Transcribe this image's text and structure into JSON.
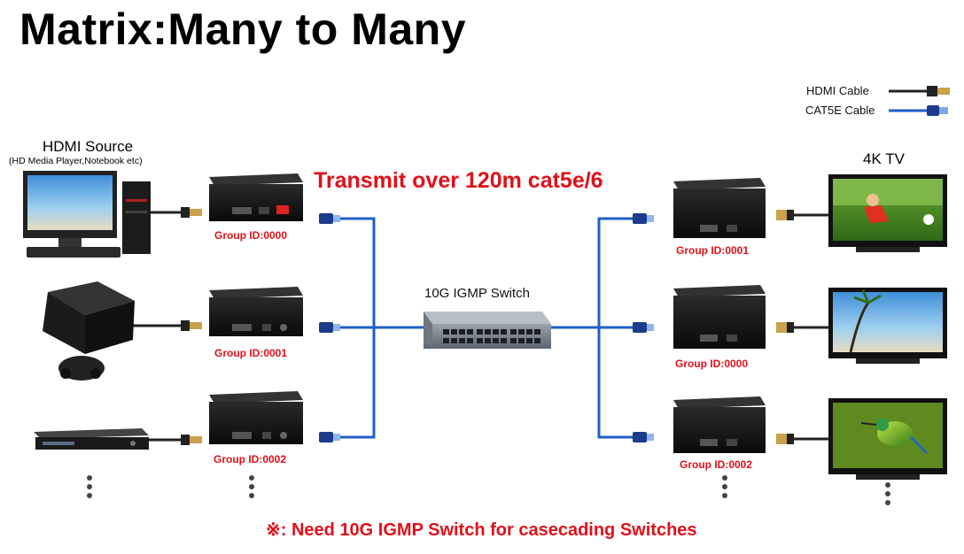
{
  "title": "Matrix:Many to Many",
  "legend": {
    "hdmi_label": "HDMI Cable",
    "cat5e_label": "CAT5E Cable"
  },
  "source": {
    "title": "HDMI Source",
    "subtitle": "(HD Media Player,Notebook etc)"
  },
  "sink": {
    "title": "4K TV"
  },
  "banner": "Transmit over 120m cat5e/6",
  "switch_label": "10G IGMP Switch",
  "transmitters": [
    {
      "group_id": "Group ID:0000"
    },
    {
      "group_id": "Group ID:0001"
    },
    {
      "group_id": "Group ID:0002"
    }
  ],
  "receivers": [
    {
      "group_id": "Group ID:0001"
    },
    {
      "group_id": "Group ID:0000"
    },
    {
      "group_id": "Group ID:0002"
    }
  ],
  "note": "※:  Need 10G IGMP Switch for casecading Switches",
  "colors": {
    "cat5e": "#1f5fc8",
    "hdmi": "#222222",
    "accent": "#e0101a"
  }
}
